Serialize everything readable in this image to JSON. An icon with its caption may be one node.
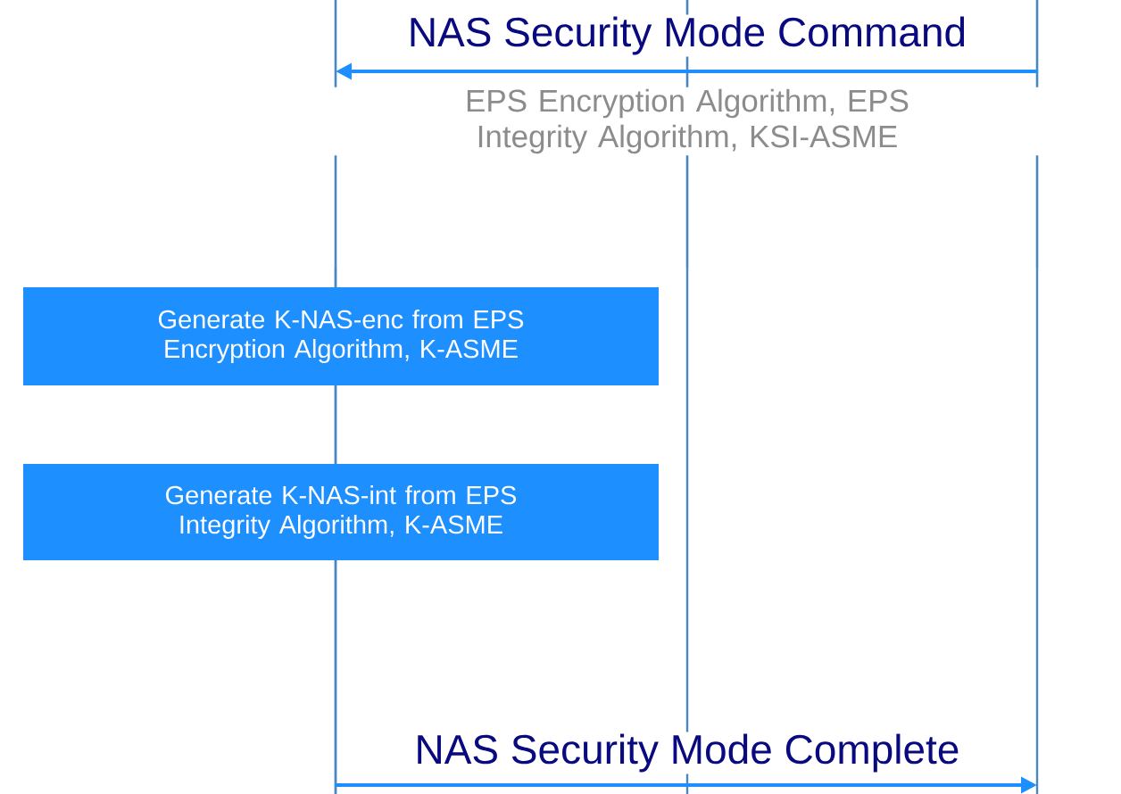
{
  "diagram": {
    "nodes": [
      {
        "text": [],
        "shape": "bar"
      },
      {
        "text": [],
        "shape": "bar"
      },
      {
        "text": [],
        "shape": "bar"
      },
      {
        "text": [
          "Generate K-NAS-enc from EPS Encryption Algorithm, K-ASME"
        ]
      },
      {
        "text": [
          "Generate K-NAS-int from EPS Integrity Algorithm, K-ASME"
        ]
      }
    ],
    "edges": [
      {
        "from": 2,
        "to": 0,
        "arrow": "to",
        "label": "NAS Security Mode Command"
      },
      {
        "from": 0,
        "to": 2,
        "arrow": "to",
        "label": "NAS Security Mode Complete"
      }
    ],
    "labels": [
      "EPS Encryption Algorithm, EPS Integrity Algorithm, KSI-ASME"
    ]
  }
}
